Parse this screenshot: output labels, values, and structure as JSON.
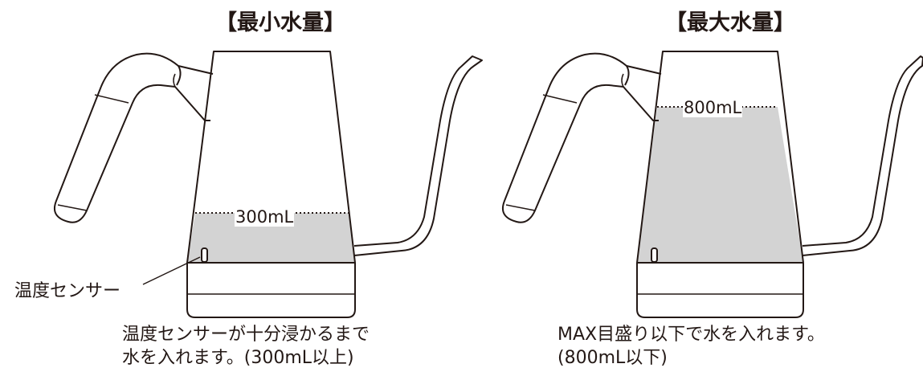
{
  "left_panel": {
    "title": "【最小水量】",
    "level_label": "300mL",
    "sensor_label": "温度センサー",
    "caption_line1": "温度センサーが十分浸かるまで",
    "caption_line2": "水を入れます。(300mL以上)"
  },
  "right_panel": {
    "title": "【最大水量】",
    "level_label": "800mL",
    "caption_line1": "MAX目盛り以下で水を入れます。",
    "caption_line2": "(800mL以下)"
  },
  "colors": {
    "water": "#d3d3d3",
    "line": "#231815"
  }
}
